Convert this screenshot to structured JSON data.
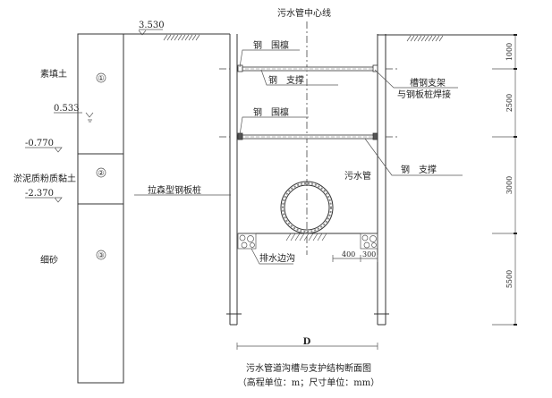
{
  "title": "污水管道沟槽与支护结构断面图",
  "subtitle": "（高程单位：m；尺寸单位：mm）",
  "centerline_label": "污水管中心线",
  "elevations": [
    "3.530",
    "0.533",
    "-0.770",
    "-2.370"
  ],
  "soil_layers": [
    {
      "name": "素填土",
      "number": "①"
    },
    {
      "name": "淤泥质粉质黏土",
      "number": "②"
    },
    {
      "name": "细砂",
      "number": "③"
    }
  ],
  "labels": {
    "waling_top": "钢　围檩",
    "strut_top": "钢　支撑",
    "bracket_line1": "槽钢支架",
    "bracket_line2": "与钢板桩焊接",
    "waling_bottom": "钢　围檩",
    "sewer_pipe": "污水管",
    "strut_bottom": "钢　支撑",
    "sheet_pile": "拉森型钢板桩",
    "drain_ditch": "排水边沟"
  },
  "dimensions": {
    "vertical": [
      "1000",
      "2500",
      "3000",
      "5500"
    ],
    "ditch": [
      "400",
      "300"
    ],
    "width": "D"
  }
}
